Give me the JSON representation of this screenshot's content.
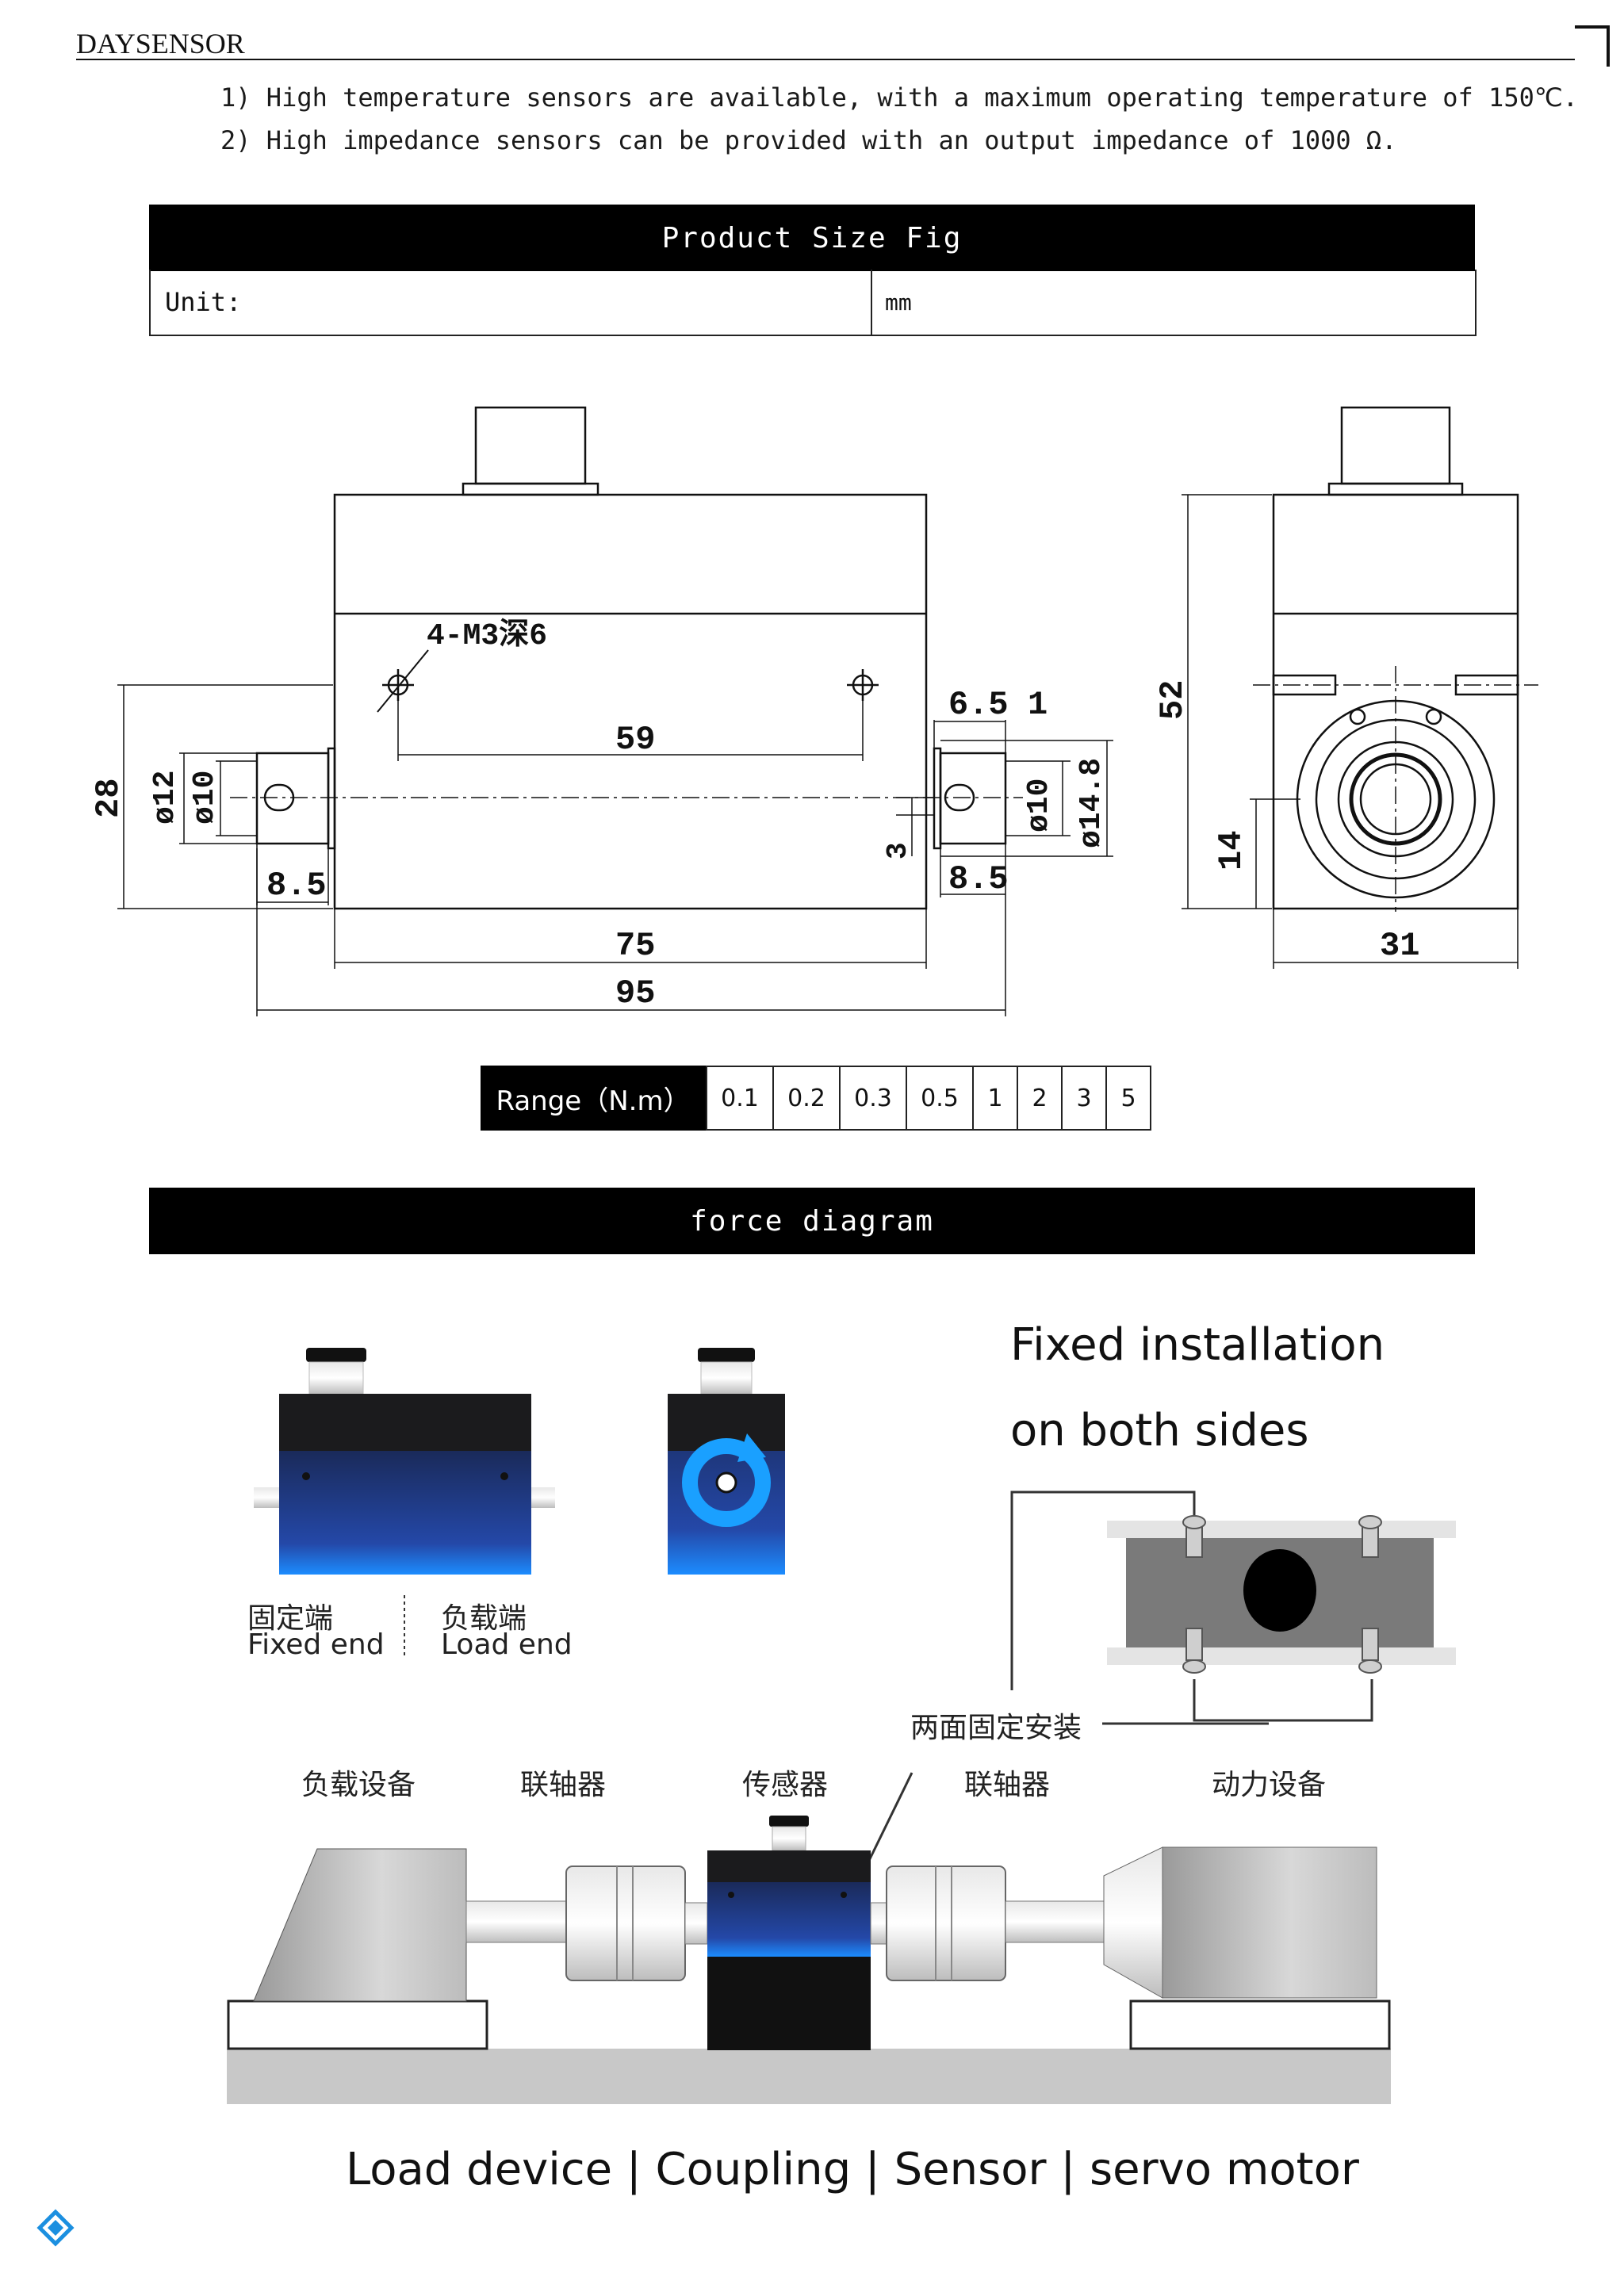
{
  "header": {
    "brand": "DAYSENSOR"
  },
  "notes": [
    "1) High temperature sensors are available, with a maximum operating temperature of 150℃.",
    "2) High impedance sensors can be provided with an output impedance of 1000 Ω."
  ],
  "product_size": {
    "title": "Product Size Fig",
    "unit_label": "Unit:",
    "unit_value": "mm"
  },
  "drawing": {
    "hole_note": "4-M3深6",
    "dims": {
      "d59": "59",
      "d65": "6.5",
      "d1": "1",
      "d52": "52",
      "d28": "28",
      "d12": "ø12",
      "d10a": "ø10",
      "d10b": "ø10",
      "d148": "ø14.8",
      "d3": "3",
      "d85a": "8.5",
      "d85b": "8.5",
      "d14": "14",
      "d75": "75",
      "d95": "95",
      "d31": "31"
    }
  },
  "range": {
    "label": "Range（N.m）",
    "values": [
      "0.1",
      "0.2",
      "0.3",
      "0.5",
      "1",
      "2",
      "3",
      "5"
    ]
  },
  "force_diagram": {
    "title": "force diagram",
    "fixed_cn": "固定端",
    "fixed_en": "Fixed end",
    "load_cn": "负载端",
    "load_en": "Load end",
    "heading_line1": "Fixed installation",
    "heading_line2": "on both sides",
    "both_sides_cn": "两面固定安装",
    "labels_cn": [
      "负载设备",
      "联轴器",
      "传感器",
      "联轴器",
      "动力设备"
    ],
    "caption": "Load device | Coupling | Sensor | servo motor"
  },
  "colors": {
    "accent_blue": "#1f4fa8",
    "bar": "#000000"
  }
}
